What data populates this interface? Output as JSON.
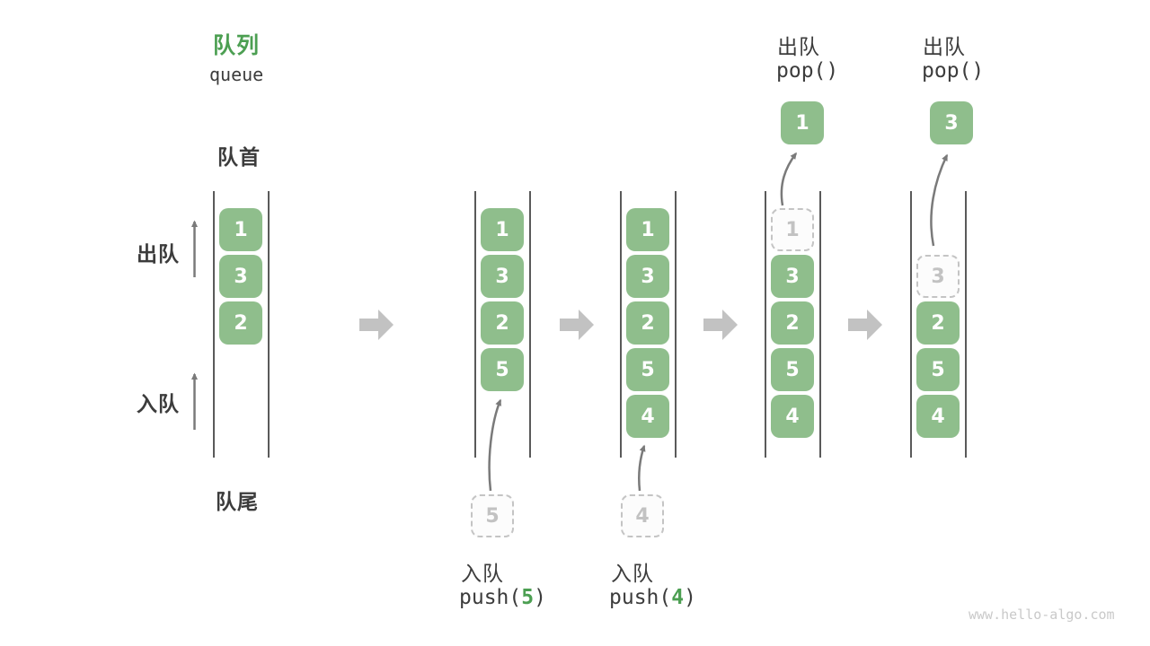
{
  "header": {
    "title_zh": "队列",
    "title_en": "queue"
  },
  "labels": {
    "front": "队首",
    "rear": "队尾",
    "dequeue": "出队",
    "enqueue": "入队"
  },
  "watermark": "www.hello-algo.com",
  "colors": {
    "block_green": "#8FBE8C",
    "accent_green": "#4C9F52",
    "text_dark": "#3C3C3C",
    "flow_arrow_gray": "#C2C2C2",
    "thin_arrow_gray": "#7A7A7A",
    "dashed_gray": "#C4C4C4",
    "wall_gray": "#5A5A5A"
  },
  "states": [
    {
      "blocks": [
        "1",
        "3",
        "2"
      ]
    },
    {
      "blocks": [
        "1",
        "3",
        "2",
        "5"
      ]
    },
    {
      "blocks": [
        "1",
        "3",
        "2",
        "5",
        "4"
      ]
    },
    {
      "removed": "1",
      "blocks": [
        "3",
        "2",
        "5",
        "4"
      ],
      "popped": "1"
    },
    {
      "removed": "3",
      "blocks": [
        "2",
        "5",
        "4"
      ],
      "popped": "3"
    }
  ],
  "operations": {
    "push5": {
      "label": "入队",
      "code_before": "push(",
      "arg": "5",
      "code_after": ")",
      "incoming": "5"
    },
    "push4": {
      "label": "入队",
      "code_before": "push(",
      "arg": "4",
      "code_after": ")",
      "incoming": "4"
    },
    "pop1": {
      "label": "出队",
      "code": "pop()"
    },
    "pop2": {
      "label": "出队",
      "code": "pop()"
    }
  }
}
